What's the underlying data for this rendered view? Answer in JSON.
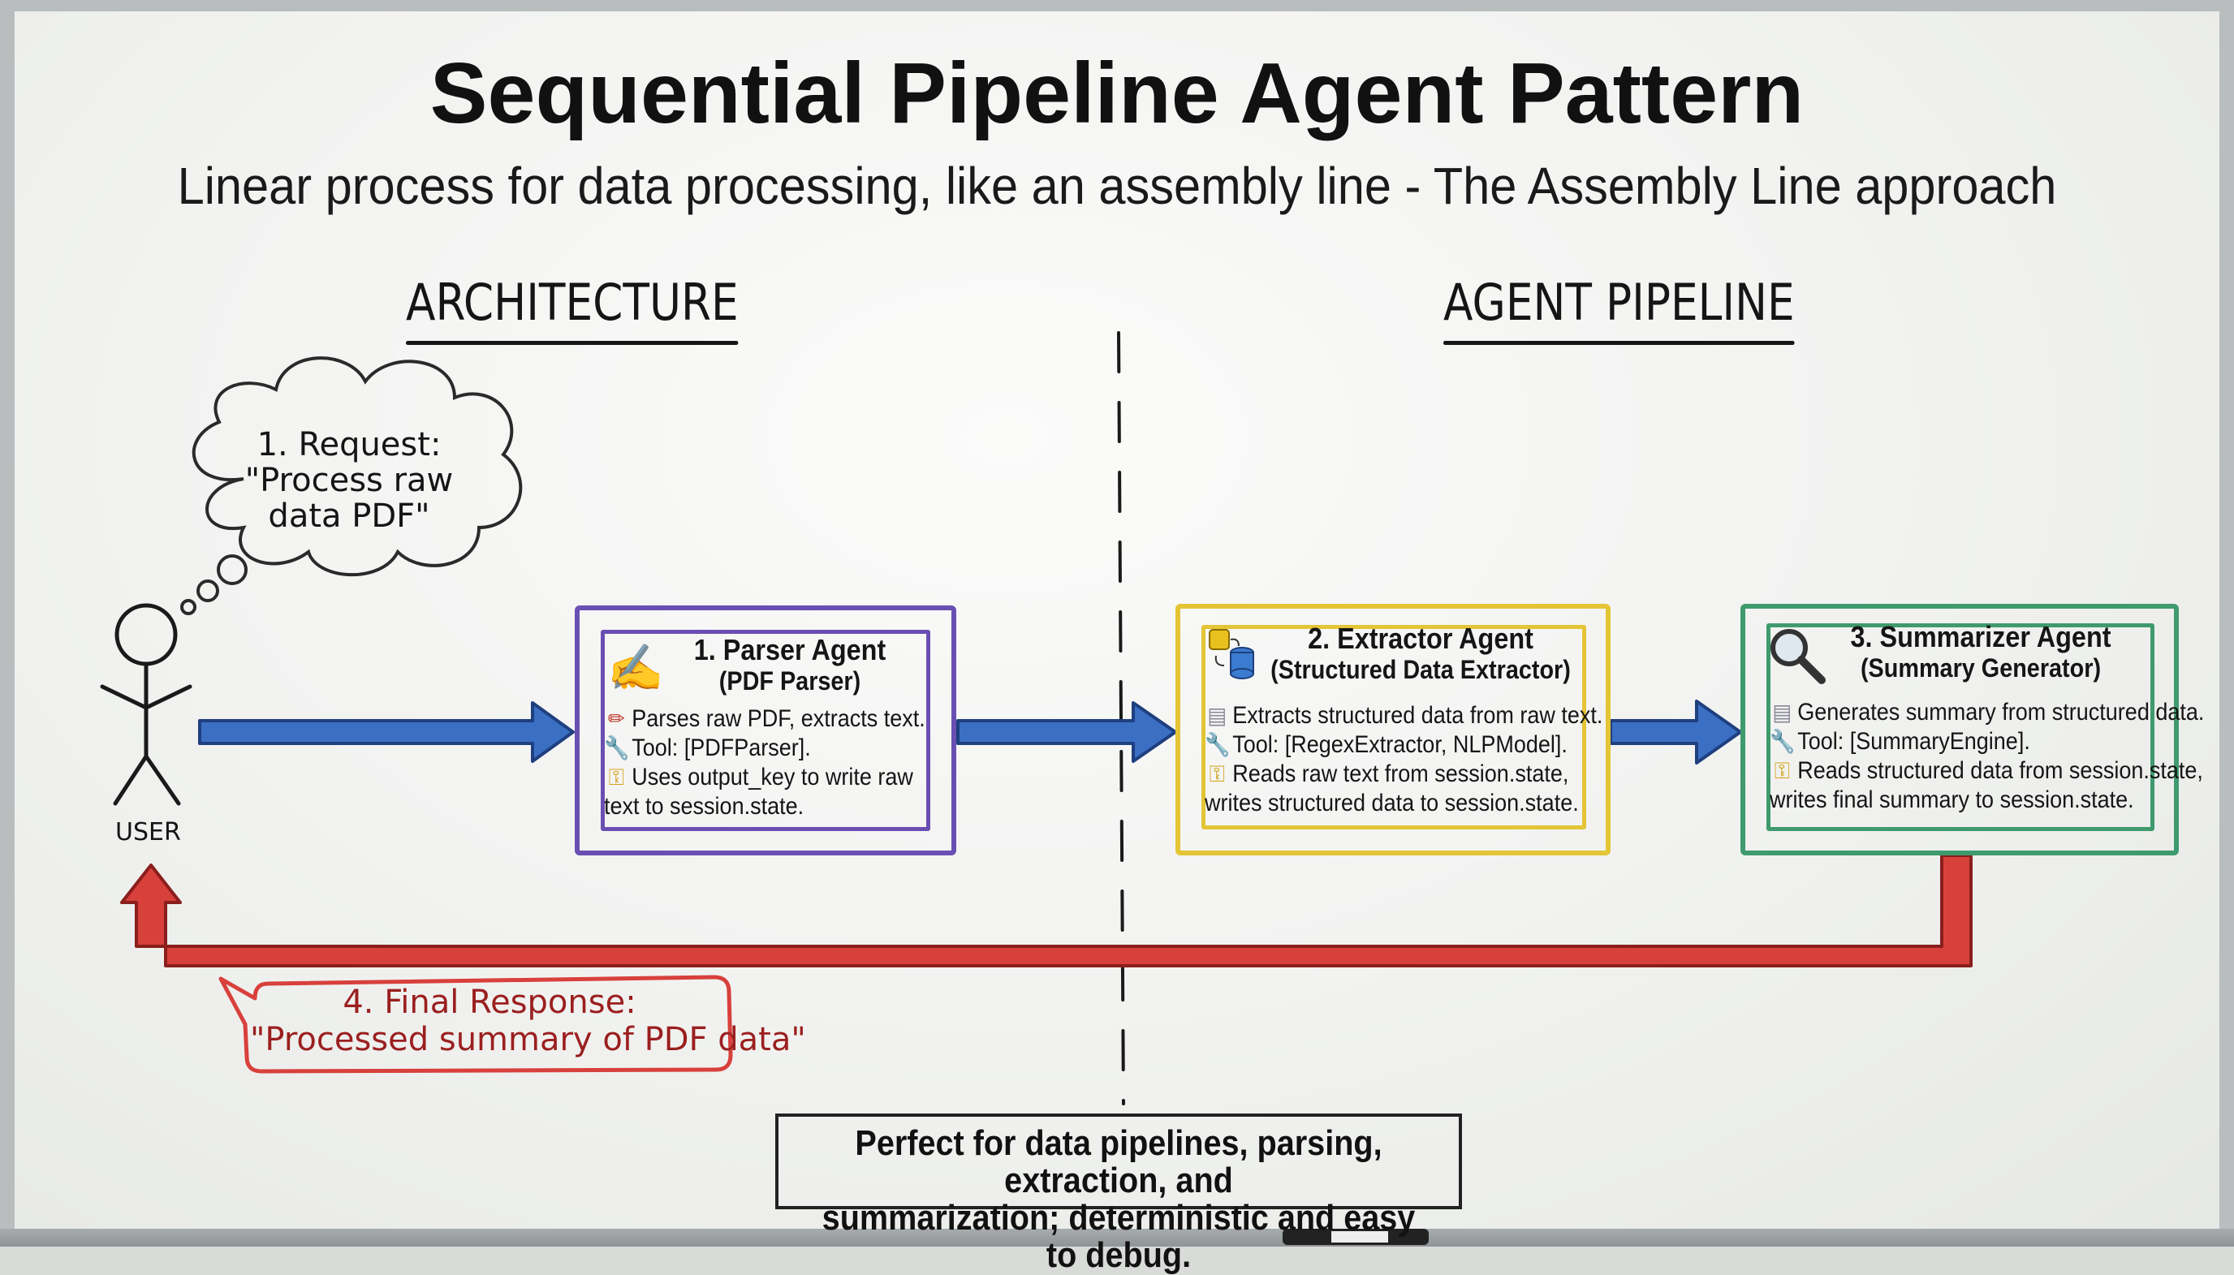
{
  "title": "Sequential Pipeline Agent Pattern",
  "subtitle": "Linear process for data processing, like an assembly line - The Assembly Line approach",
  "sections": {
    "architecture": "ARCHITECTURE",
    "agent_pipeline": "AGENT PIPELINE"
  },
  "user": {
    "label": "USER",
    "request_lines": [
      "1. Request:",
      "\"Process raw",
      "data PDF\""
    ]
  },
  "agents": [
    {
      "title_lines": [
        "1. Parser Agent",
        "(PDF Parser)"
      ],
      "color": "#6a4fb3",
      "icon": "writing-hand-icon",
      "bullets": [
        {
          "icon": "pencil-icon",
          "lines": [
            "Parses raw PDF, extracts text."
          ]
        },
        {
          "icon": "wrench-icon",
          "lines": [
            "Tool: [PDFParser]."
          ]
        },
        {
          "icon": "key-icon",
          "lines": [
            "Uses output_key to write raw",
            "text to session.state."
          ]
        }
      ]
    },
    {
      "title_lines": [
        "2. Extractor Agent",
        "(Structured Data Extractor)"
      ],
      "color": "#e3c535",
      "icon": "database-sync-icon",
      "bullets": [
        {
          "icon": "document-icon",
          "lines": [
            "Extracts structured data from raw text."
          ]
        },
        {
          "icon": "wrench-icon",
          "lines": [
            "Tool: [RegexExtractor, NLPModel]."
          ]
        },
        {
          "icon": "key-icon",
          "lines": [
            "Reads raw text from session.state,",
            "writes structured data to session.state."
          ]
        }
      ]
    },
    {
      "title_lines": [
        "3. Summarizer Agent",
        "(Summary Generator)"
      ],
      "color": "#3f9a6e",
      "icon": "magnifier-icon",
      "bullets": [
        {
          "icon": "document-icon",
          "lines": [
            "Generates summary from structured data."
          ]
        },
        {
          "icon": "wrench-icon",
          "lines": [
            "Tool: [SummaryEngine]."
          ]
        },
        {
          "icon": "key-icon",
          "lines": [
            "Reads structured data from session.state,",
            "writes final summary to session.state."
          ]
        }
      ]
    }
  ],
  "final_response_lines": [
    "4. Final Response:",
    "\"Processed summary of PDF data\""
  ],
  "footer_lines": [
    "Perfect for data pipelines, parsing, extraction, and",
    "summarization; deterministic and easy to debug."
  ],
  "colors": {
    "forward_arrow": "#3a6fc4",
    "return_arrow": "#d8403c",
    "response_border": "#d8403c",
    "response_text": "#9b1f1f"
  }
}
